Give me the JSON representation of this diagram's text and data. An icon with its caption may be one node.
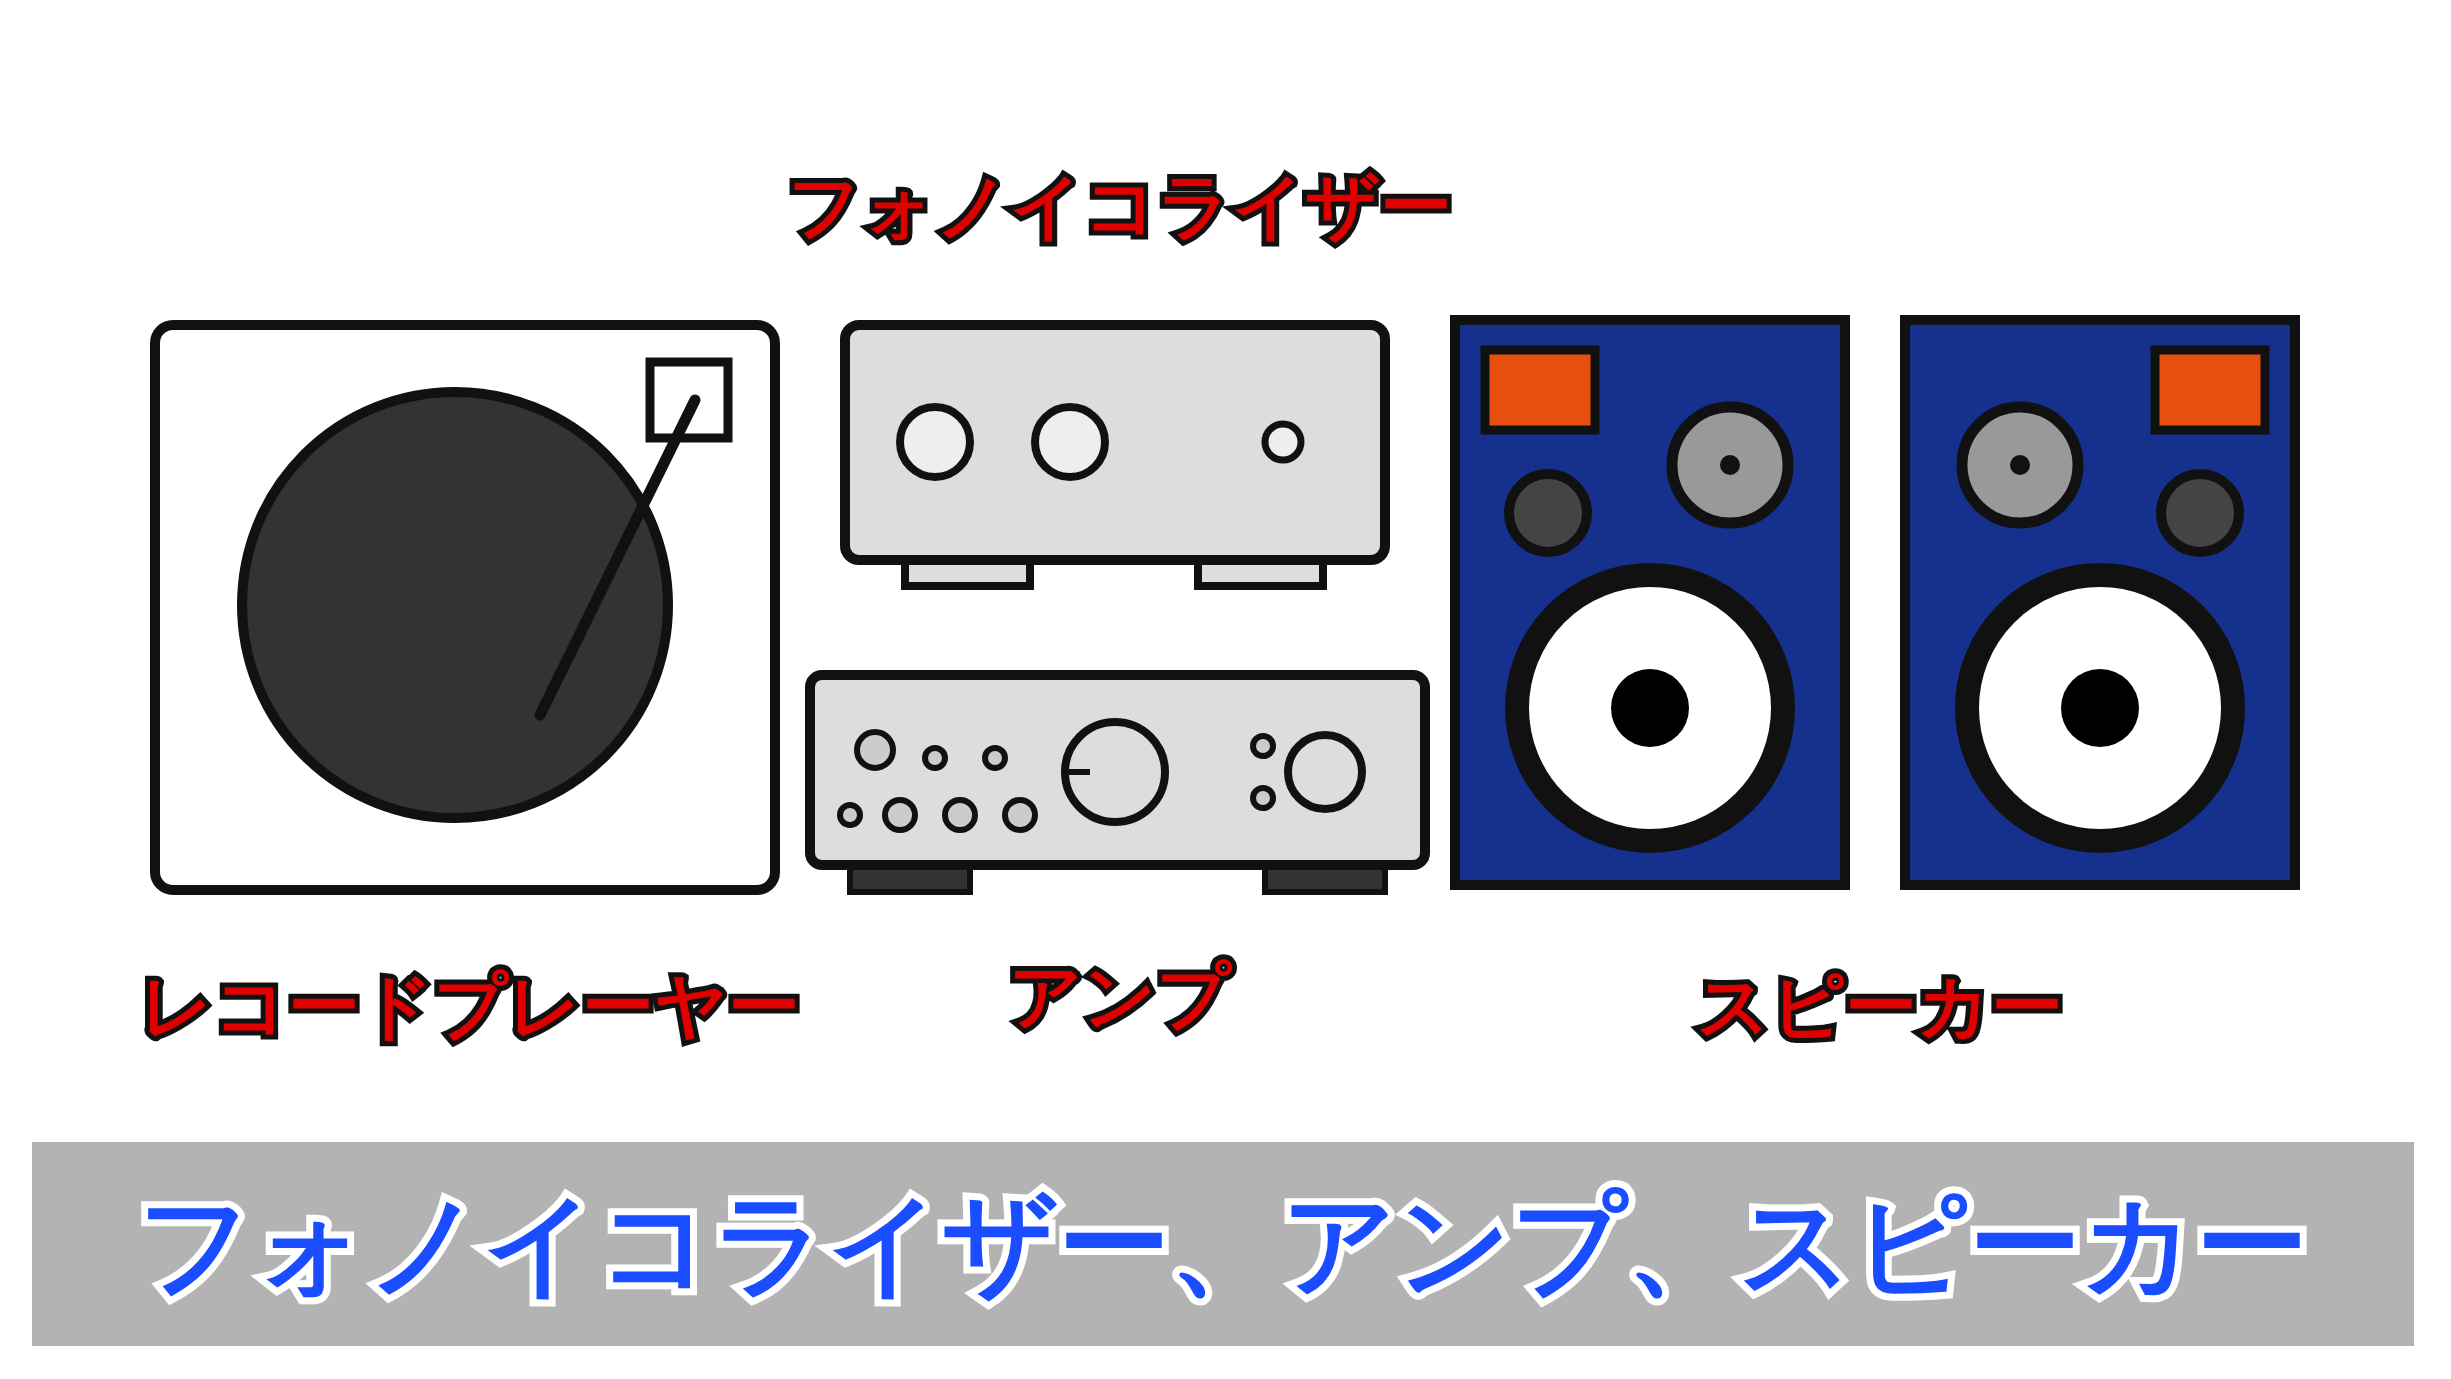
{
  "diagram": {
    "caption": "フォノイコライザー、アンプ、スピーカー",
    "nodes": [
      {
        "text": [
          "レコードプレーヤー"
        ]
      },
      {
        "text": [
          "フォノイコライザー"
        ]
      },
      {
        "text": [
          "アンプ"
        ]
      },
      {
        "text": [
          "スピーカー"
        ]
      },
      {
        "text": [],
        "shape": "picture",
        "in": 3
      },
      {
        "text": [],
        "shape": "picture",
        "in": 3
      }
    ]
  }
}
